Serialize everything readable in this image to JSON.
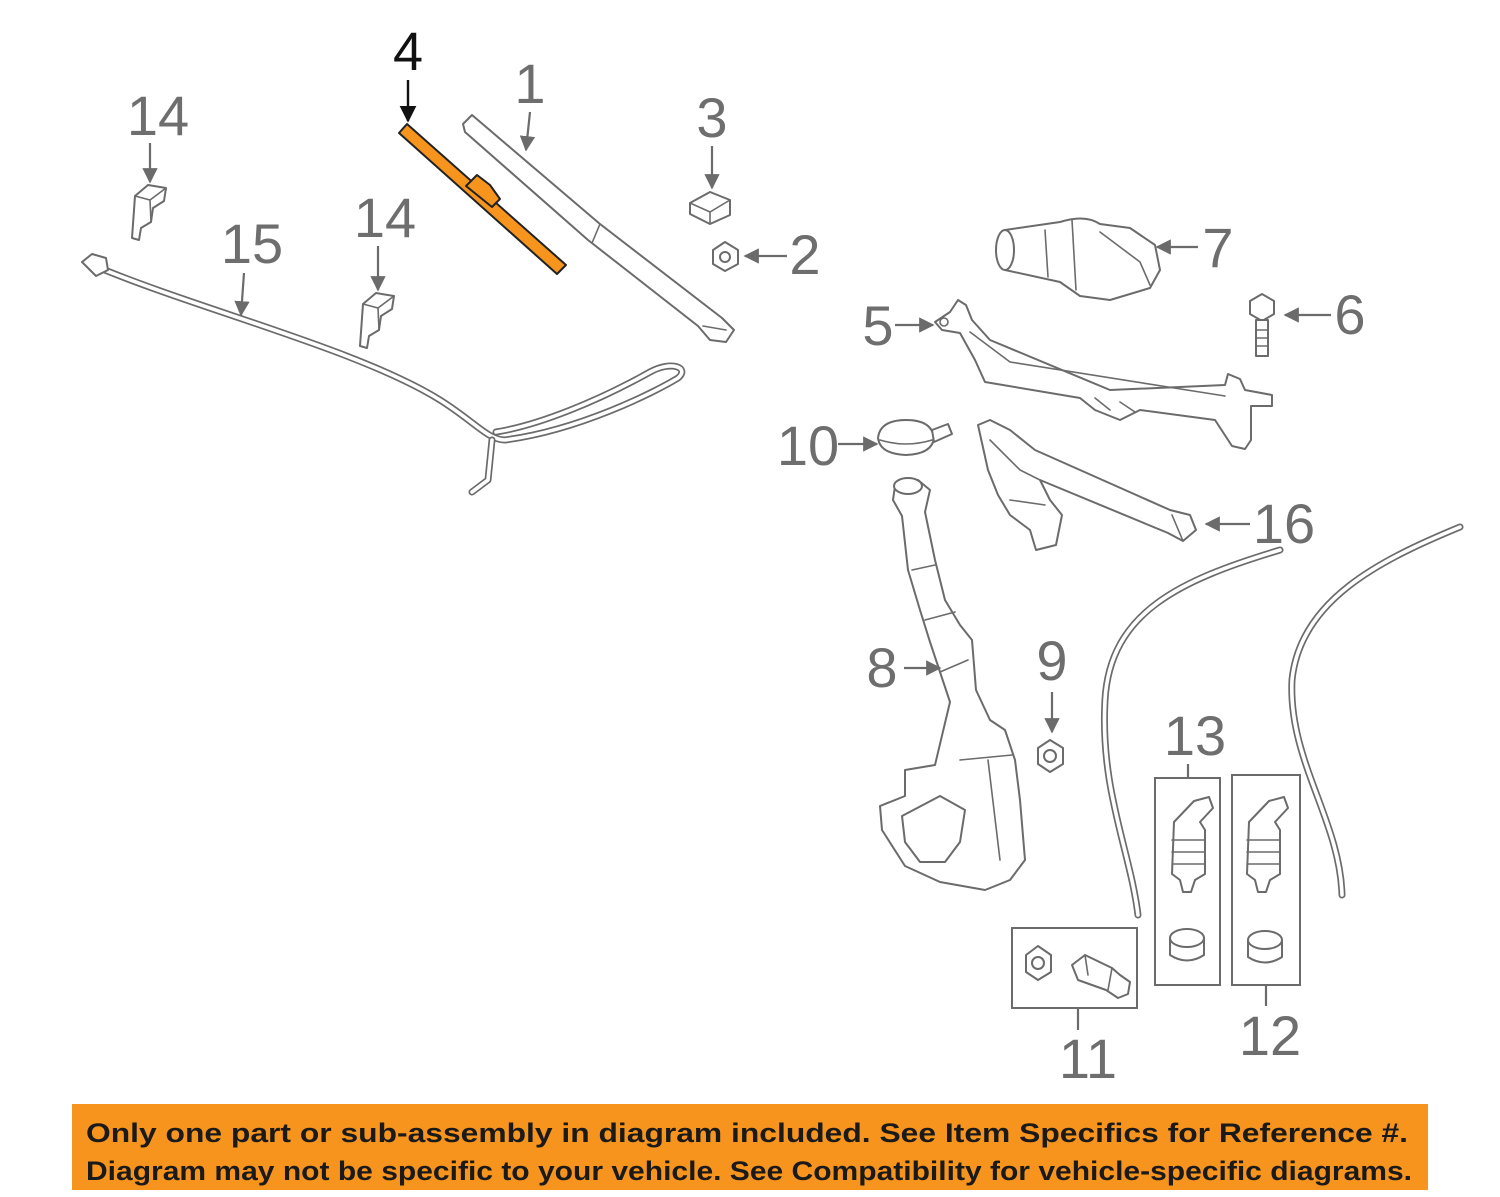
{
  "diagram": {
    "highlighted_callout": "4",
    "callouts": [
      "4",
      "1",
      "14",
      "3",
      "14",
      "15",
      "2",
      "7",
      "5",
      "6",
      "10",
      "16",
      "8",
      "9",
      "13",
      "12",
      "11"
    ]
  },
  "banner": {
    "line1": "Only one part or sub-assembly in diagram included. See Item Specifics for Reference #.",
    "line2": "Diagram may not be specific to your vehicle. See Compatibility for vehicle-specific diagrams."
  },
  "colors": {
    "highlight": "#f7941d",
    "line": "#6b6b6b",
    "banner": "#f7941d",
    "banner_text": "#1a1a1a"
  }
}
